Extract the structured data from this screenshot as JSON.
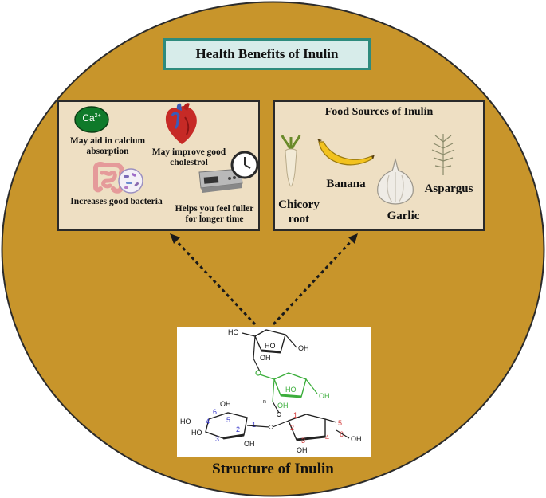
{
  "title": "Health Benefits of Inulin",
  "benefits": {
    "calcium_icon_text": "Ca",
    "calcium_icon_sup": "2+",
    "calcium_line1": "May aid in calcium",
    "calcium_line2": "absorption",
    "cholesterol_line1": "May improve good",
    "cholesterol_line2": "cholestrol",
    "bacteria": "Increases good bacteria",
    "fuller_line1": "Helps you feel fuller",
    "fuller_line2": "for longer time"
  },
  "sources": {
    "title": "Food Sources of Inulin",
    "banana": "Banana",
    "aspargus": "Aspargus",
    "chicory_line1": "Chicory",
    "chicory_line2": "root",
    "garlic": "Garlic"
  },
  "structure": {
    "title": "Structure of Inulin",
    "labels": {
      "ho_top": "HO",
      "ho_ring1": "HO",
      "oh_ring1_right": "OH",
      "oh_ring1_bottom": "OH",
      "ho_ring2": "HO",
      "oh_ring2_right": "OH",
      "oh_ring2_bottom": "OH",
      "n": "n",
      "oh_glc_top": "OH",
      "ho_glc_left": "HO",
      "ho_glc_left2": "HO",
      "oh_glc_bottom": "OH",
      "oh_fru_bottom": "OH",
      "oh_fru_right": "OH",
      "num1": "1",
      "num2": "2",
      "num3": "3",
      "num4": "4",
      "num5": "5",
      "num6": "6",
      "rnum1": "1",
      "rnum2": "2",
      "rnum3": "3",
      "rnum4": "4",
      "rnum5": "5",
      "rnum6": "6"
    }
  },
  "colors": {
    "circle_fill": "#c8952b",
    "circle_stroke": "#2b2b2b",
    "title_box_fill": "#d7ecea",
    "title_box_border": "#2e8b7d",
    "panel_fill": "#eedfc3",
    "green_ring": "#3cae3c",
    "blue_numbers": "#3a3acc",
    "red_numbers": "#d23a3a"
  }
}
